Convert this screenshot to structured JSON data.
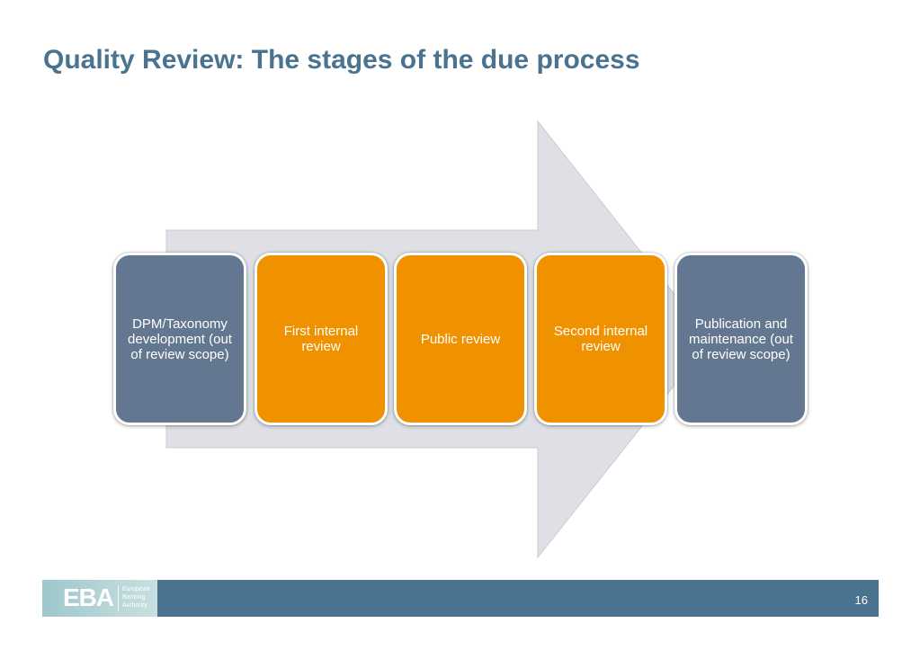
{
  "slide": {
    "title": "Quality Review: The stages of the due process",
    "page_number": "16"
  },
  "diagram": {
    "stages": [
      {
        "label": "DPM/Taxonomy development (out of review scope)",
        "color": "#647791"
      },
      {
        "label": "First internal review",
        "color": "#f09200"
      },
      {
        "label": "Public review",
        "color": "#f09200"
      },
      {
        "label": "Second internal review",
        "color": "#f09200"
      },
      {
        "label": "Publication and maintenance (out of review scope)",
        "color": "#647791"
      }
    ],
    "arrow_color": "#dee0e5"
  },
  "footer": {
    "logo_mark": "EBA",
    "logo_lines": [
      "European",
      "Banking",
      "Authority"
    ],
    "bar_color": "#4a7390"
  }
}
